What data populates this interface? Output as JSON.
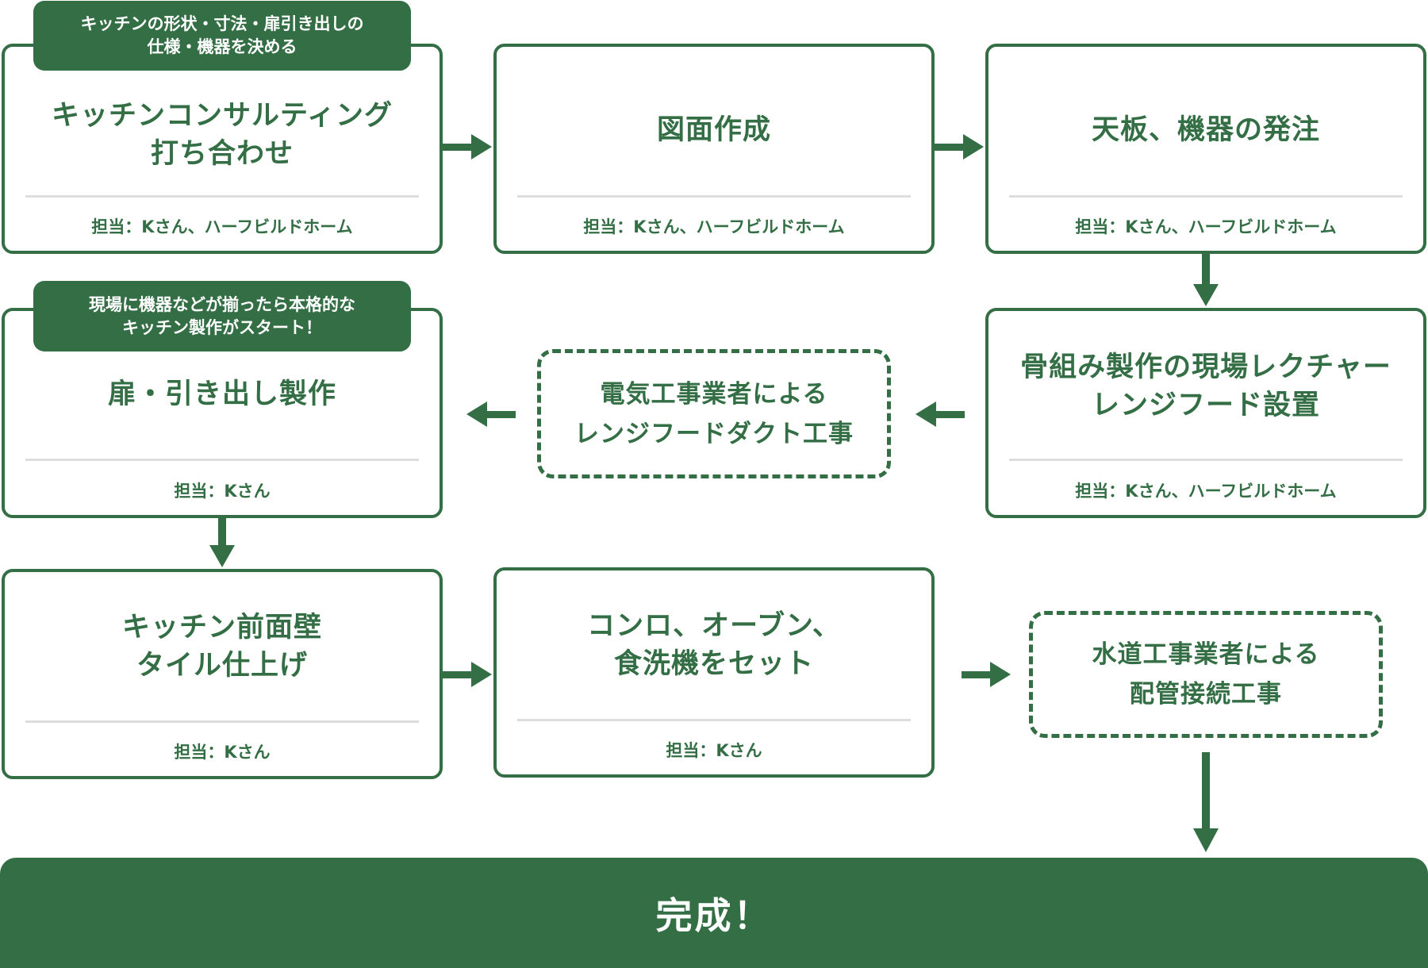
{
  "steps": [
    {
      "title": "キッチンコンサルティング\n打ち合わせ",
      "owner": "担当：Kさん、ハーフビルドホーム"
    },
    {
      "title": "図面作成",
      "owner": "担当：Kさん、ハーフビルドホーム"
    },
    {
      "title": "天板、機器の発注",
      "owner": "担当：Kさん、ハーフビルドホーム"
    },
    {
      "title": "骨組み製作の現場レクチャー\nレンジフード設置",
      "owner": "担当：Kさん、ハーフビルドホーム"
    },
    {
      "title": "扉・引き出し製作",
      "owner": "担当：Kさん"
    },
    {
      "title": "キッチン前面壁\nタイル仕上げ",
      "owner": "担当：Kさん"
    },
    {
      "title": "コンロ、オーブン、\n食洗機をセット",
      "owner": "担当：Kさん"
    }
  ],
  "external": [
    "電気工事業者による\nレンジフードダクト工事",
    "水道工事業者による\n配管接続工事"
  ],
  "tags": [
    "キッチンの形状・寸法・扉引き出しの\n仕様・機器を決める",
    "現場に機器などが揃ったら本格的な\nキッチン製作がスタート！"
  ],
  "final": "完成！",
  "colors": {
    "accent": "#336e45",
    "divider": "#dddddd",
    "background": "#ffffff"
  }
}
